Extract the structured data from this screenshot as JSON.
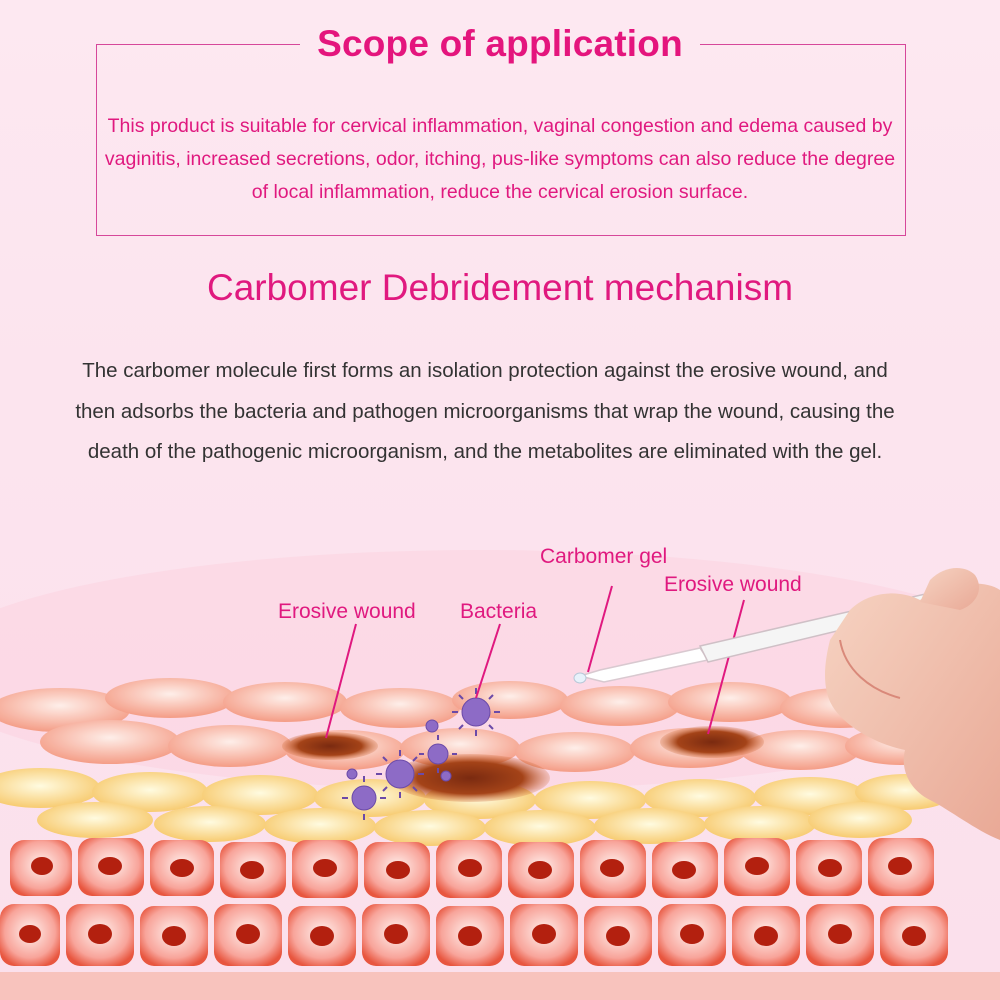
{
  "scope": {
    "title": "Scope of application",
    "text": "This product is suitable for cervical inflammation, vaginal congestion and edema caused by vaginitis, increased secretions, odor, itching, pus-like symptoms can also reduce the degree of local inflammation, reduce the cervical erosion surface."
  },
  "mechanism": {
    "title": "Carbomer Debridement mechanism",
    "text": "The carbomer molecule first forms an isolation protection against the erosive wound, and then adsorbs the bacteria and pathogen microorganisms that wrap the wound, causing the death of the pathogenic microorganism, and the metabolites are eliminated with the gel."
  },
  "illustration": {
    "labels": {
      "carbomer_gel": "Carbomer gel",
      "erosive_wound_right": "Erosive wound",
      "erosive_wound_left": "Erosive wound",
      "bacteria": "Bacteria"
    }
  },
  "colors": {
    "accent": "#e0197f",
    "body_text": "#333333",
    "background": "#fde8f1"
  }
}
